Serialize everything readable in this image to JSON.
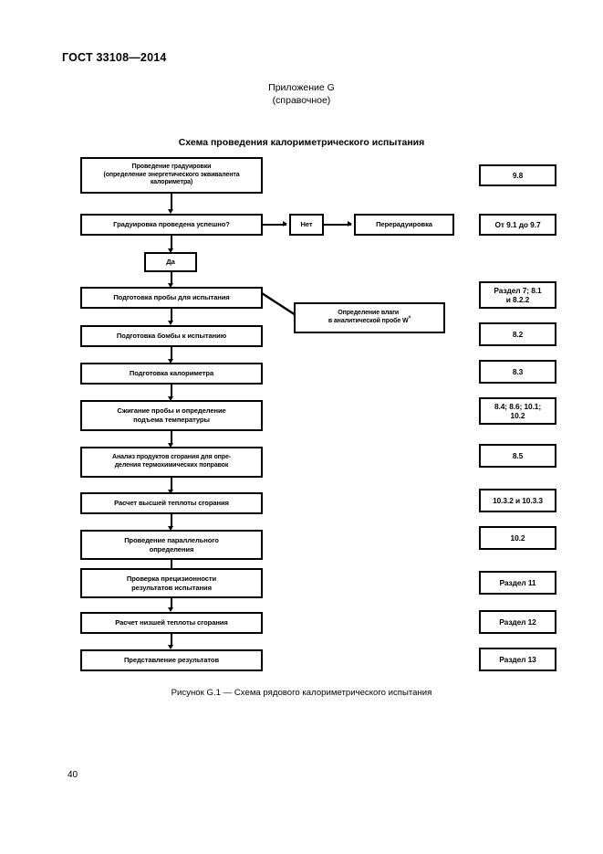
{
  "document": {
    "standard_header": "ГОСТ 33108—2014",
    "page_number": "40"
  },
  "appendix": {
    "title": "Приложение G",
    "subtitle": "(справочное)"
  },
  "scheme": {
    "title": "Схема проведения калориметрического испытания",
    "caption": "Рисунок G.1 — Схема рядового калориметрического испытания"
  },
  "flow": {
    "nodes": [
      {
        "id": "calibration",
        "label": "Проведение градуировки\n(определение энергетического эквивалента\nкалориметра)"
      },
      {
        "id": "calibration-ok",
        "label": "Градуировка проведена успешно?"
      },
      {
        "id": "no-branch",
        "label": "Нет"
      },
      {
        "id": "recalibration",
        "label": "Перерадуировка"
      },
      {
        "id": "yes-branch",
        "label": "Да"
      },
      {
        "id": "sample-prep",
        "label": "Подготовка пробы для испытания"
      },
      {
        "id": "moisture",
        "label": "Определение влаги\nв аналитической пробе W"
      },
      {
        "id": "bomb-prep",
        "label": "Подготовка бомбы к испытанию"
      },
      {
        "id": "calorimeter-prep",
        "label": "Подготовка калориметра"
      },
      {
        "id": "combustion",
        "label": "Сжигание пробы и определение\nподъема температуры"
      },
      {
        "id": "products-analysis",
        "label": "Анализ продуктов сгорания для опре-\nделения термохимических поправок"
      },
      {
        "id": "gross-calc",
        "label": "Расчет высшей теплоты сгорания"
      },
      {
        "id": "parallel-determ",
        "label": "Проведение параллельного\nопределения"
      },
      {
        "id": "precision-check",
        "label": "Проверка прецизионности\nрезультатов испытания"
      },
      {
        "id": "net-calc",
        "label": "Расчет низшей теплоты сгорания"
      },
      {
        "id": "report",
        "label": "Представление результатов"
      }
    ],
    "moisture_superscript": "a",
    "references": [
      {
        "id": "ref-1",
        "label": "9.8"
      },
      {
        "id": "ref-2",
        "label": "От 9.1 до 9.7"
      },
      {
        "id": "ref-3",
        "label": "Раздел 7; 8.1\nи 8.2.2"
      },
      {
        "id": "ref-4",
        "label": "8.2"
      },
      {
        "id": "ref-5",
        "label": "8.3"
      },
      {
        "id": "ref-6",
        "label": "8.4; 8.6; 10.1;\n10.2"
      },
      {
        "id": "ref-7",
        "label": "8.5"
      },
      {
        "id": "ref-8",
        "label": "10.3.2 и 10.3.3"
      },
      {
        "id": "ref-9",
        "label": "10.2"
      },
      {
        "id": "ref-10",
        "label": "Раздел 11"
      },
      {
        "id": "ref-11",
        "label": "Раздел 12"
      },
      {
        "id": "ref-12",
        "label": "Раздел 13"
      }
    ]
  },
  "colors": {
    "ink": "#000000",
    "paper": "#ffffff"
  }
}
